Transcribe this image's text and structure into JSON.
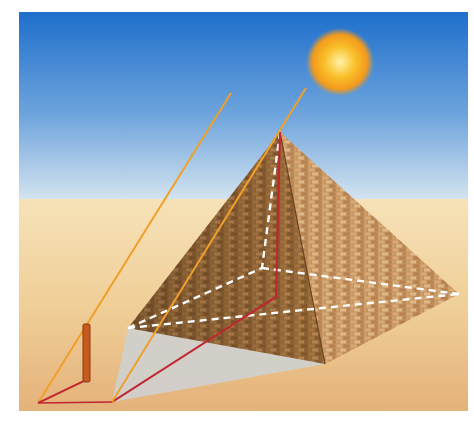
{
  "colors": {
    "frame": "#ffffff",
    "sky_top": "#1e72cf",
    "sky_bottom": "#cfe0ef",
    "sand_top": "#f4dfb6",
    "sand_bottom": "#e6b67c",
    "sun_core": "#fff2a6",
    "sun_mid": "#f7b21a",
    "sun_edge": "#f39a1c",
    "brick_left": "#a0703c",
    "brick_right": "#c9955e",
    "brick_mortar": "#5a3a1c",
    "shadow": "#cfcfcf",
    "sun_ray": "#f0a02a",
    "measure_line": "#c0262e",
    "hidden_edge": "#ffffff",
    "stick": "#c75a1e"
  },
  "elements": {
    "sun": "sun-icon",
    "pyramid": "pyramid",
    "stick": "gnomon-stick",
    "stick_shadow": "stick-shadow",
    "pyramid_shadow": "pyramid-shadow"
  }
}
